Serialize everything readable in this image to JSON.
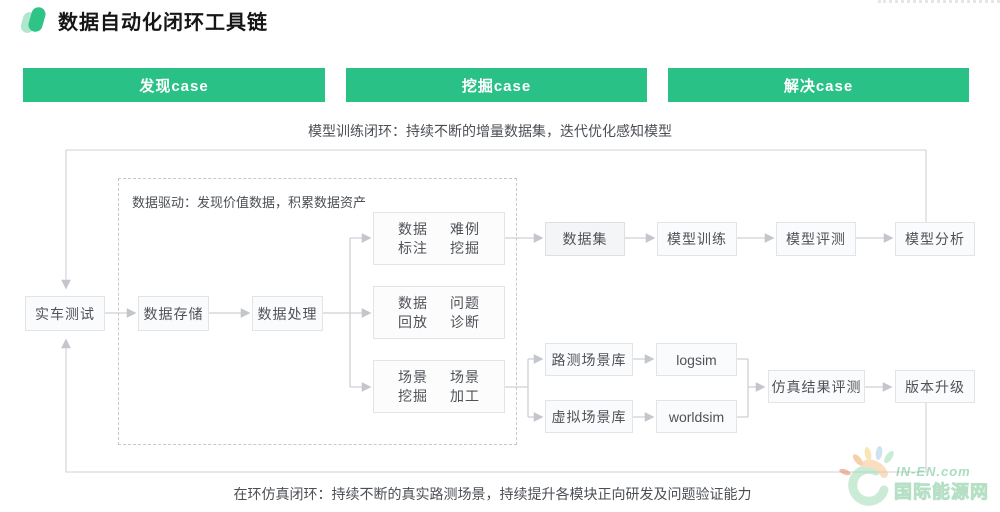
{
  "header": {
    "title": "数据自动化闭环工具链"
  },
  "banners": [
    {
      "label": "发现case"
    },
    {
      "label": "挖掘case"
    },
    {
      "label": "解决case"
    }
  ],
  "loop_labels": {
    "top": "模型训练闭环：持续不断的增量数据集，迭代优化感知模型",
    "bottom": "在环仿真闭环：持续不断的真实路测场景，持续提升各模块正向研发及问题验证能力"
  },
  "dashed_region": {
    "label": "数据驱动：发现价值数据，积累数据资产"
  },
  "nodes": {
    "real_vehicle_test": "实车测试",
    "data_storage": "数据存储",
    "data_processing": "数据处理",
    "dataset": "数据集",
    "model_training": "模型训练",
    "model_evaluation": "模型评测",
    "model_analysis": "模型分析",
    "road_scene_lib": "路测场景库",
    "virtual_scene_lib": "虚拟场景库",
    "logsim": "logsim",
    "worldsim": "worldsim",
    "sim_result_eval": "仿真结果评测",
    "version_upgrade": "版本升级"
  },
  "dual_nodes": {
    "annotation_mining": {
      "left": [
        "数据",
        "标注"
      ],
      "right": [
        "难例",
        "挖掘"
      ]
    },
    "replay_diagnosis": {
      "left": [
        "数据",
        "回放"
      ],
      "right": [
        "问题",
        "诊断"
      ]
    },
    "scene_mining": {
      "left": [
        "场景",
        "挖掘"
      ],
      "right": [
        "场景",
        "加工"
      ]
    }
  },
  "colors": {
    "accent_green": "#2ac187",
    "line_gray": "#cdd0d4"
  },
  "watermark": {
    "site": "IN-EN.com",
    "name": "国际能源网"
  }
}
